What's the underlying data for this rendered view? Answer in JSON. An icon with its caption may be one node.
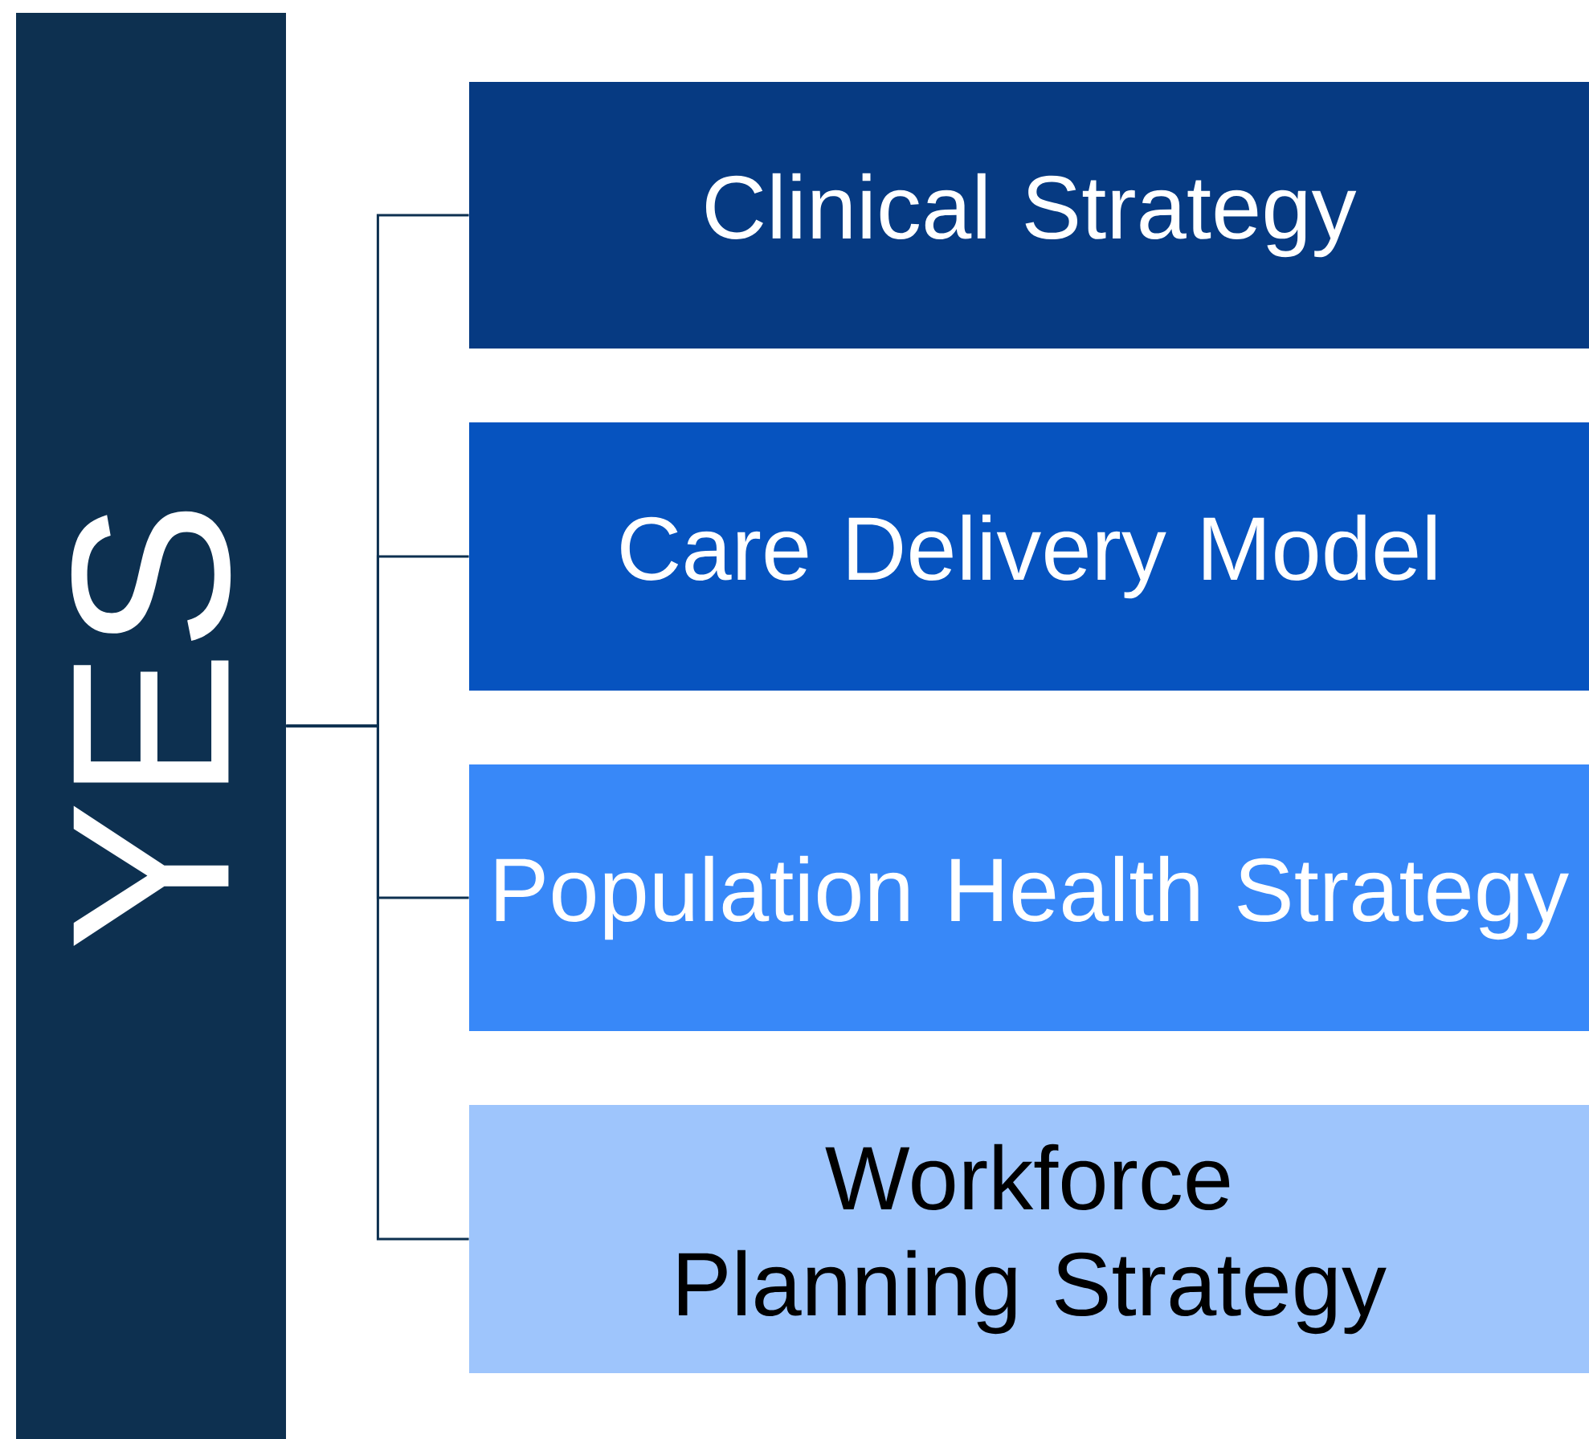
{
  "diagram": {
    "nodes": [
      {
        "text": [
          "YES"
        ]
      },
      {
        "text": [
          "Clinical Strategy"
        ]
      },
      {
        "text": [
          "Care Delivery Model"
        ]
      },
      {
        "text": [
          "Population Health Strategy"
        ]
      },
      {
        "text": [
          "Workforce Planning Strategy"
        ]
      }
    ],
    "edges": [
      {
        "from": 0,
        "to": 1,
        "arrow": "none"
      },
      {
        "from": 0,
        "to": 2,
        "arrow": "none"
      },
      {
        "from": 0,
        "to": 3,
        "arrow": "none"
      },
      {
        "from": 0,
        "to": 4,
        "arrow": "none"
      }
    ]
  }
}
